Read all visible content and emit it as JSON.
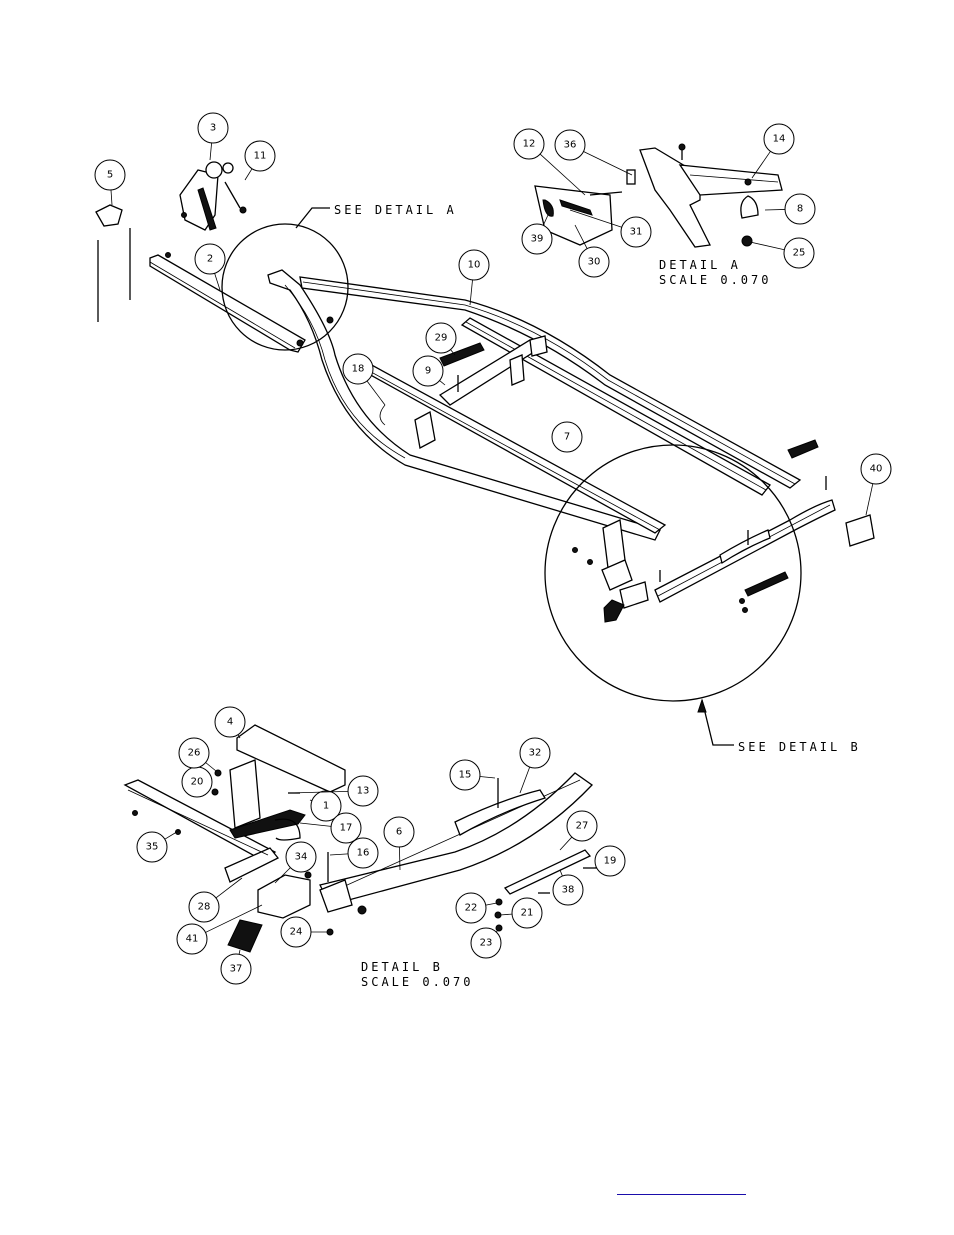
{
  "callouts": [
    "1",
    "2",
    "3",
    "4",
    "5",
    "6",
    "7",
    "8",
    "9",
    "10",
    "11",
    "12",
    "13",
    "14",
    "15",
    "16",
    "17",
    "18",
    "19",
    "20",
    "21",
    "22",
    "23",
    "24",
    "25",
    "26",
    "27",
    "28",
    "29",
    "30",
    "31",
    "32",
    "34",
    "35",
    "36",
    "37",
    "38",
    "39",
    "40",
    "41"
  ],
  "detail_a": {
    "see_label": "SEE DETAIL  A",
    "title": "DETAIL  A",
    "scale": "SCALE  0.070"
  },
  "detail_b": {
    "see_label": "SEE DETAIL  B",
    "title": "DETAIL  B",
    "scale": "SCALE  0.070"
  },
  "colors": {
    "ink": "#000000",
    "link": "#1a0dab"
  }
}
